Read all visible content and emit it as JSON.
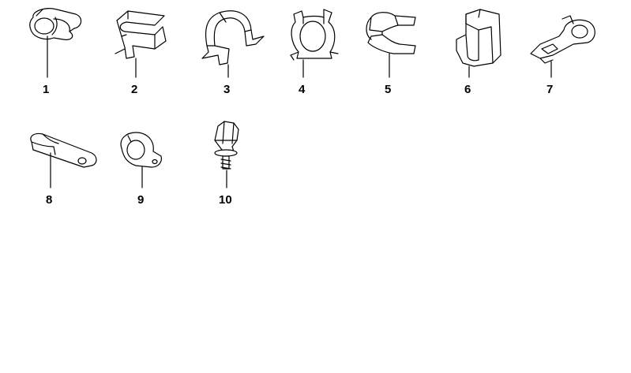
{
  "diagram": {
    "parts": [
      {
        "label": "1",
        "icon": "open-ring-clip-icon"
      },
      {
        "label": "2",
        "icon": "z-spring-clip-icon"
      },
      {
        "label": "3",
        "icon": "hose-clip-with-tab-icon"
      },
      {
        "label": "4",
        "icon": "spring-clamp-clip-icon"
      },
      {
        "label": "5",
        "icon": "double-c-clip-icon"
      },
      {
        "label": "6",
        "icon": "u-channel-clip-icon"
      },
      {
        "label": "7",
        "icon": "tongue-clip-icon"
      },
      {
        "label": "8",
        "icon": "flat-strap-clip-icon"
      },
      {
        "label": "9",
        "icon": "p-clamp-icon"
      },
      {
        "label": "10",
        "icon": "push-pin-clip-icon"
      }
    ],
    "colors": {
      "line": "#000000",
      "fill": "#ffffff",
      "shade": "#d8d8d8"
    }
  }
}
